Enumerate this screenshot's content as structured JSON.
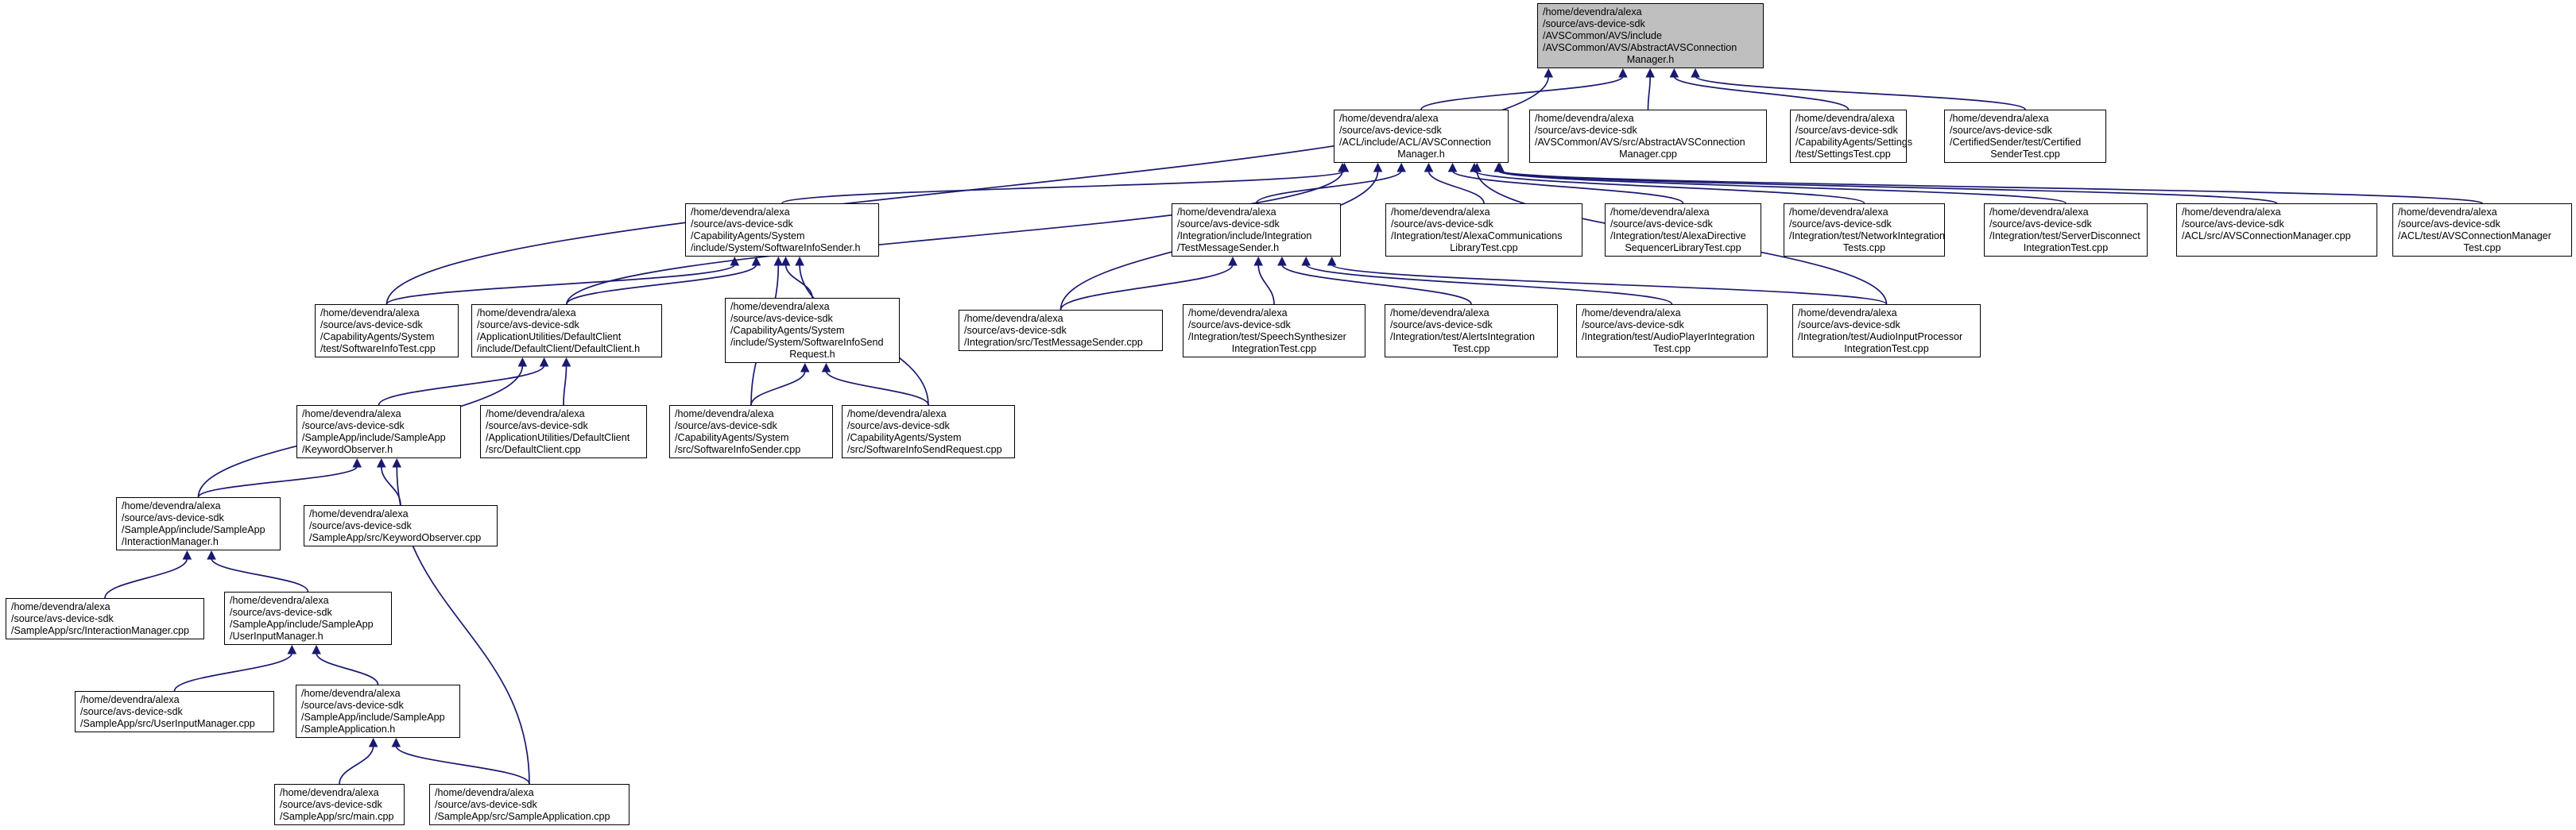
{
  "graph": {
    "nodes": [
      {
        "id": "n0",
        "root": true,
        "lines": [
          "/home/devendra/alexa",
          "/source/avs-device-sdk",
          "/AVSCommon/AVS/include",
          "/AVSCommon/AVS/AbstractAVSConnection",
          "Manager.h"
        ]
      },
      {
        "id": "n1",
        "lines": [
          "/home/devendra/alexa",
          "/source/avs-device-sdk",
          "/ACL/include/ACL/AVSConnection",
          "Manager.h"
        ]
      },
      {
        "id": "n2",
        "lines": [
          "/home/devendra/alexa",
          "/source/avs-device-sdk",
          "/AVSCommon/AVS/src/AbstractAVSConnection",
          "Manager.cpp"
        ]
      },
      {
        "id": "n3",
        "lines": [
          "/home/devendra/alexa",
          "/source/avs-device-sdk",
          "/CapabilityAgents/Settings",
          "/test/SettingsTest.cpp"
        ]
      },
      {
        "id": "n4",
        "lines": [
          "/home/devendra/alexa",
          "/source/avs-device-sdk",
          "/CertifiedSender/test/Certified",
          "SenderTest.cpp"
        ]
      },
      {
        "id": "n5",
        "lines": [
          "/home/devendra/alexa",
          "/source/avs-device-sdk",
          "/CapabilityAgents/System",
          "/include/System/SoftwareInfoSender.h"
        ]
      },
      {
        "id": "n6",
        "lines": [
          "/home/devendra/alexa",
          "/source/avs-device-sdk",
          "/Integration/include/Integration",
          "/TestMessageSender.h"
        ]
      },
      {
        "id": "n7",
        "lines": [
          "/home/devendra/alexa",
          "/source/avs-device-sdk",
          "/Integration/test/AlexaCommunications",
          "LibraryTest.cpp"
        ]
      },
      {
        "id": "n8",
        "lines": [
          "/home/devendra/alexa",
          "/source/avs-device-sdk",
          "/Integration/test/AlexaDirective",
          "SequencerLibraryTest.cpp"
        ]
      },
      {
        "id": "n9",
        "lines": [
          "/home/devendra/alexa",
          "/source/avs-device-sdk",
          "/Integration/test/NetworkIntegration",
          "Tests.cpp"
        ]
      },
      {
        "id": "n10",
        "lines": [
          "/home/devendra/alexa",
          "/source/avs-device-sdk",
          "/Integration/test/ServerDisconnect",
          "IntegrationTest.cpp"
        ]
      },
      {
        "id": "n11",
        "lines": [
          "/home/devendra/alexa",
          "/source/avs-device-sdk",
          "/ACL/src/AVSConnectionManager.cpp"
        ]
      },
      {
        "id": "n12",
        "lines": [
          "/home/devendra/alexa",
          "/source/avs-device-sdk",
          "/ACL/test/AVSConnectionManager",
          "Test.cpp"
        ]
      },
      {
        "id": "n13",
        "lines": [
          "/home/devendra/alexa",
          "/source/avs-device-sdk",
          "/CapabilityAgents/System",
          "/test/SoftwareInfoTest.cpp"
        ]
      },
      {
        "id": "n14",
        "lines": [
          "/home/devendra/alexa",
          "/source/avs-device-sdk",
          "/ApplicationUtilities/DefaultClient",
          "/include/DefaultClient/DefaultClient.h"
        ]
      },
      {
        "id": "n15",
        "lines": [
          "/home/devendra/alexa",
          "/source/avs-device-sdk",
          "/CapabilityAgents/System",
          "/include/System/SoftwareInfoSend",
          "Request.h"
        ]
      },
      {
        "id": "n16",
        "lines": [
          "/home/devendra/alexa",
          "/source/avs-device-sdk",
          "/Integration/src/TestMessageSender.cpp"
        ]
      },
      {
        "id": "n17",
        "lines": [
          "/home/devendra/alexa",
          "/source/avs-device-sdk",
          "/Integration/test/SpeechSynthesizer",
          "IntegrationTest.cpp"
        ]
      },
      {
        "id": "n18",
        "lines": [
          "/home/devendra/alexa",
          "/source/avs-device-sdk",
          "/Integration/test/AlertsIntegration",
          "Test.cpp"
        ]
      },
      {
        "id": "n19",
        "lines": [
          "/home/devendra/alexa",
          "/source/avs-device-sdk",
          "/Integration/test/AudioPlayerIntegration",
          "Test.cpp"
        ]
      },
      {
        "id": "n20",
        "lines": [
          "/home/devendra/alexa",
          "/source/avs-device-sdk",
          "/Integration/test/AudioInputProcessor",
          "IntegrationTest.cpp"
        ]
      },
      {
        "id": "n21",
        "lines": [
          "/home/devendra/alexa",
          "/source/avs-device-sdk",
          "/SampleApp/include/SampleApp",
          "/KeywordObserver.h"
        ]
      },
      {
        "id": "n22",
        "lines": [
          "/home/devendra/alexa",
          "/source/avs-device-sdk",
          "/ApplicationUtilities/DefaultClient",
          "/src/DefaultClient.cpp"
        ]
      },
      {
        "id": "n23",
        "lines": [
          "/home/devendra/alexa",
          "/source/avs-device-sdk",
          "/CapabilityAgents/System",
          "/src/SoftwareInfoSender.cpp"
        ]
      },
      {
        "id": "n24",
        "lines": [
          "/home/devendra/alexa",
          "/source/avs-device-sdk",
          "/CapabilityAgents/System",
          "/src/SoftwareInfoSendRequest.cpp"
        ]
      },
      {
        "id": "n25",
        "lines": [
          "/home/devendra/alexa",
          "/source/avs-device-sdk",
          "/SampleApp/include/SampleApp",
          "/InteractionManager.h"
        ]
      },
      {
        "id": "n26",
        "lines": [
          "/home/devendra/alexa",
          "/source/avs-device-sdk",
          "/SampleApp/src/KeywordObserver.cpp"
        ]
      },
      {
        "id": "n27",
        "lines": [
          "/home/devendra/alexa",
          "/source/avs-device-sdk",
          "/SampleApp/src/InteractionManager.cpp"
        ]
      },
      {
        "id": "n28",
        "lines": [
          "/home/devendra/alexa",
          "/source/avs-device-sdk",
          "/SampleApp/include/SampleApp",
          "/UserInputManager.h"
        ]
      },
      {
        "id": "n29",
        "lines": [
          "/home/devendra/alexa",
          "/source/avs-device-sdk",
          "/SampleApp/src/UserInputManager.cpp"
        ]
      },
      {
        "id": "n30",
        "lines": [
          "/home/devendra/alexa",
          "/source/avs-device-sdk",
          "/SampleApp/include/SampleApp",
          "/SampleApplication.h"
        ]
      },
      {
        "id": "n31",
        "lines": [
          "/home/devendra/alexa",
          "/source/avs-device-sdk",
          "/SampleApp/src/main.cpp"
        ]
      },
      {
        "id": "n32",
        "lines": [
          "/home/devendra/alexa",
          "/source/avs-device-sdk",
          "/SampleApp/src/SampleApplication.cpp"
        ]
      }
    ],
    "edges": [
      [
        "n1",
        "n0"
      ],
      [
        "n2",
        "n0"
      ],
      [
        "n3",
        "n0"
      ],
      [
        "n4",
        "n0"
      ],
      [
        "n13",
        "n0"
      ],
      [
        "n5",
        "n1"
      ],
      [
        "n6",
        "n1"
      ],
      [
        "n7",
        "n1"
      ],
      [
        "n8",
        "n1"
      ],
      [
        "n9",
        "n1"
      ],
      [
        "n10",
        "n1"
      ],
      [
        "n11",
        "n1"
      ],
      [
        "n12",
        "n1"
      ],
      [
        "n14",
        "n1"
      ],
      [
        "n16",
        "n1"
      ],
      [
        "n20",
        "n1"
      ],
      [
        "n13",
        "n5"
      ],
      [
        "n14",
        "n5"
      ],
      [
        "n15",
        "n5"
      ],
      [
        "n23",
        "n5"
      ],
      [
        "n24",
        "n5"
      ],
      [
        "n16",
        "n6"
      ],
      [
        "n17",
        "n6"
      ],
      [
        "n18",
        "n6"
      ],
      [
        "n19",
        "n6"
      ],
      [
        "n20",
        "n6"
      ],
      [
        "n21",
        "n14"
      ],
      [
        "n22",
        "n14"
      ],
      [
        "n25",
        "n14"
      ],
      [
        "n23",
        "n15"
      ],
      [
        "n24",
        "n15"
      ],
      [
        "n25",
        "n21"
      ],
      [
        "n26",
        "n21"
      ],
      [
        "n32",
        "n21"
      ],
      [
        "n27",
        "n25"
      ],
      [
        "n28",
        "n25"
      ],
      [
        "n29",
        "n28"
      ],
      [
        "n30",
        "n28"
      ],
      [
        "n31",
        "n30"
      ],
      [
        "n32",
        "n30"
      ]
    ]
  }
}
